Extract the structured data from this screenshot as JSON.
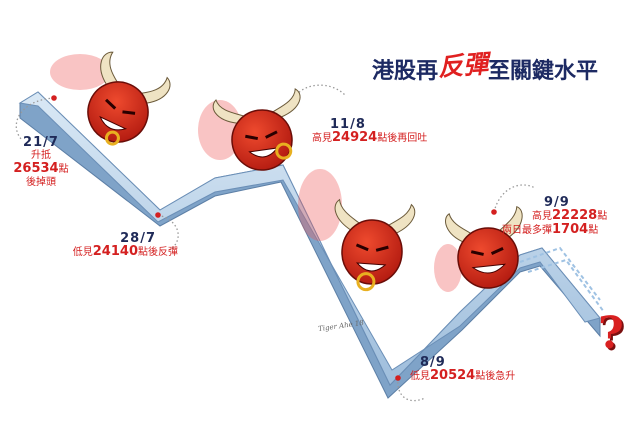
{
  "title": {
    "part1": "港股再",
    "emph": "反彈",
    "part2": "至關鍵水平"
  },
  "annotations": [
    {
      "date": "21/7",
      "line1": "升抵",
      "value": "26534",
      "unit": "點",
      "line3": "後掉頭"
    },
    {
      "date": "28/7",
      "pre": "低見",
      "value": "24140",
      "post": "點後反彈"
    },
    {
      "date": "11/8",
      "pre": "高見",
      "value": "24924",
      "post": "點後再回吐"
    },
    {
      "date": "9/9",
      "line1_pre": "高見",
      "line1_value": "22228",
      "line1_post": "點",
      "line2_pre": "兩日最多彈",
      "line2_value": "1704",
      "line2_post": "點"
    },
    {
      "date": "8/9",
      "pre": "低見",
      "value": "20524",
      "post": "點後急升"
    }
  ],
  "question_mark": "?",
  "signature": "Tiger Ahe 18",
  "colors": {
    "title": "#1d2a63",
    "accent": "#d42020",
    "band": "#a9c7e3",
    "bull": "#d52a1a",
    "horn": "#efe3c3"
  }
}
